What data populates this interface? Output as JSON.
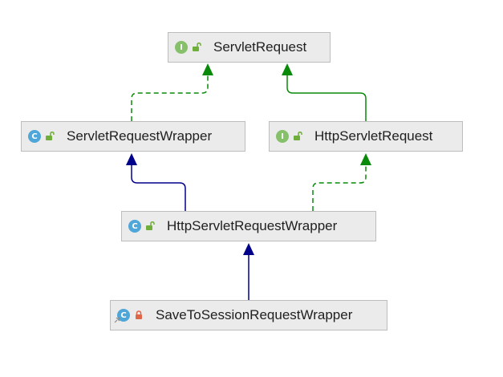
{
  "nodes": {
    "servlet_request": {
      "label": "ServletRequest",
      "kind": "I",
      "kind_name": "interface",
      "visibility_icon": "public-lock-open-icon"
    },
    "servlet_request_wrapper": {
      "label": "ServletRequestWrapper",
      "kind": "C",
      "kind_name": "class",
      "visibility_icon": "public-lock-open-icon"
    },
    "http_servlet_request": {
      "label": "HttpServletRequest",
      "kind": "I",
      "kind_name": "interface",
      "visibility_icon": "public-lock-open-icon"
    },
    "http_servlet_request_wrapper": {
      "label": "HttpServletRequestWrapper",
      "kind": "C",
      "kind_name": "class",
      "visibility_icon": "public-lock-open-icon"
    },
    "save_to_session_request_wrapper": {
      "label": "SaveToSessionRequestWrapper",
      "kind": "C",
      "kind_name": "class",
      "visibility_icon": "private-lock-icon"
    }
  },
  "edges": [
    {
      "from": "ServletRequestWrapper",
      "to": "ServletRequest",
      "type": "implements",
      "style": "dashed",
      "color": "#0a8a0a"
    },
    {
      "from": "HttpServletRequest",
      "to": "ServletRequest",
      "type": "extends-interface",
      "style": "solid",
      "color": "#0a8a0a"
    },
    {
      "from": "HttpServletRequestWrapper",
      "to": "ServletRequestWrapper",
      "type": "extends",
      "style": "solid",
      "color": "#00008b"
    },
    {
      "from": "HttpServletRequestWrapper",
      "to": "HttpServletRequest",
      "type": "implements",
      "style": "dashed",
      "color": "#0a8a0a"
    },
    {
      "from": "SaveToSessionRequestWrapper",
      "to": "HttpServletRequestWrapper",
      "type": "extends",
      "style": "solid",
      "color": "#00008b"
    }
  ],
  "colors": {
    "interface_badge": "#86c06a",
    "class_badge": "#4fa7d9",
    "public_lock": "#6fae3b",
    "private_lock": "#e0664a",
    "implements_arrow": "#0a8a0a",
    "extends_arrow": "#00008b"
  }
}
